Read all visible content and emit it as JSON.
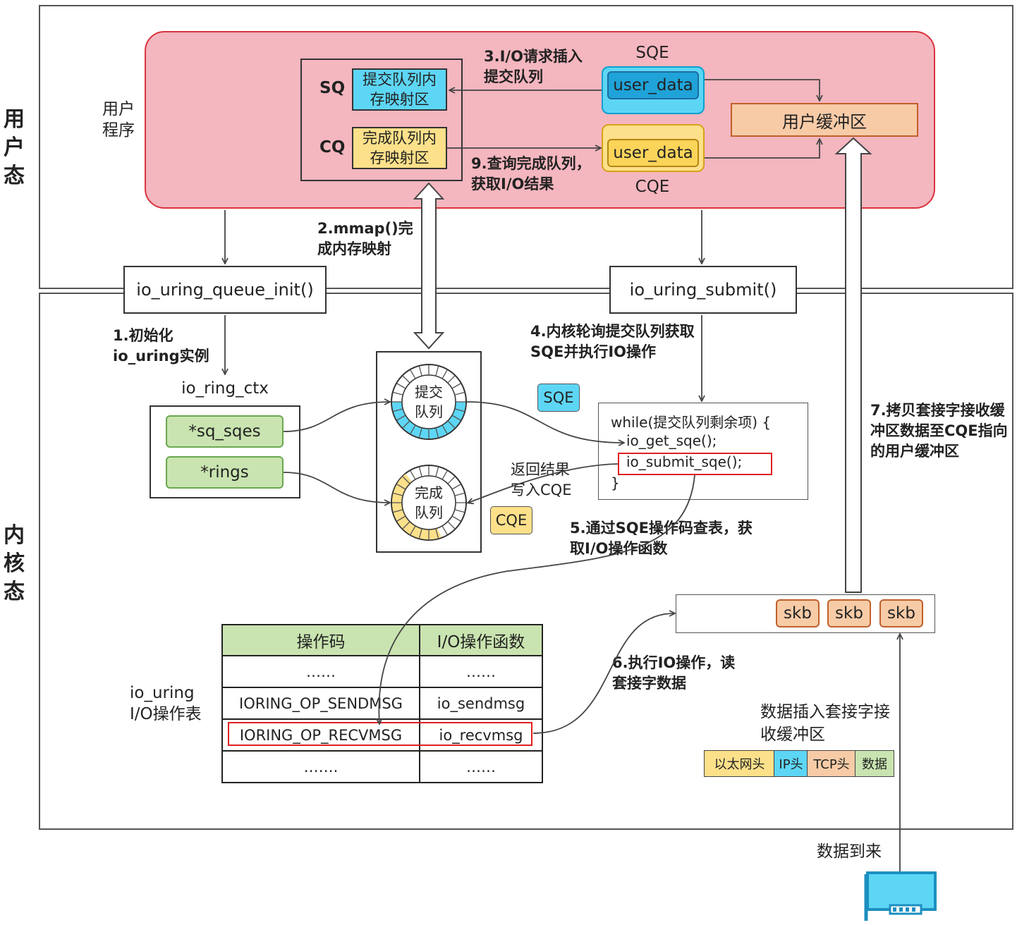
{
  "zones": {
    "user_space": "用户态",
    "kernel_space": "内核态"
  },
  "user_program": {
    "label": "用户程序",
    "sq_label": "SQ",
    "cq_label": "CQ",
    "sq_map": "提交队列内存映射区",
    "cq_map": "完成队列内存映射区",
    "sqe_caption": "SQE",
    "sqe_field": "user_data",
    "cqe_caption": "CQE",
    "cqe_field": "user_data",
    "buffer": "用户缓冲区"
  },
  "functions": {
    "queue_init": "io_uring_queue_init()",
    "submit": "io_uring_submit()"
  },
  "steps": {
    "s1": "1.初始化io_uring实例",
    "s2": "2.mmap()完成内存映射",
    "s3": "3.I/O请求插入提交队列",
    "s4": "4.内核轮询提交队列获取SQE并执行IO操作",
    "s5": "5.通过SQE操作码查表，获取I/O操作函数",
    "s6": "6.执行IO操作，读套接字数据",
    "s7": "7.拷贝套接字接收缓冲区数据至CQE指向的用户缓冲区",
    "s9": "9.查询完成队列，获取I/O结果"
  },
  "ring_ctx": {
    "title": "io_ring_ctx",
    "field1": "*sq_sqes",
    "field2": "*rings"
  },
  "rings": {
    "submit_ring": "提交队列",
    "complete_ring": "完成队列",
    "sqe_tag": "SQE",
    "cqe_tag": "CQE",
    "write_back": "返回结果写入CQE"
  },
  "loop_code": {
    "line1": "while(提交队列剩余项) {",
    "line2": "io_get_sqe();",
    "line3": "io_submit_sqe();",
    "line4": "}"
  },
  "op_table": {
    "caption": "io_uring I/O操作表",
    "headers": [
      "操作码",
      "I/O操作函数"
    ],
    "rows": [
      [
        "……",
        "……"
      ],
      [
        "IORING_OP_SENDMSG",
        "io_sendmsg"
      ],
      [
        "IORING_OP_RECVMSG",
        "io_recvmsg"
      ],
      [
        "…….",
        "……"
      ]
    ]
  },
  "socket": {
    "skb1": "skb",
    "skb2": "skb",
    "skb3": "skb",
    "insert_label": "数据插入套接字接收缓冲区",
    "packet": [
      "以太网头",
      "IP头",
      "TCP头",
      "数据"
    ],
    "arrival": "数据到来"
  },
  "colors": {
    "user_program_bg": "#f4b6bf",
    "sq_blue": "#5dd6f5",
    "cq_yellow": "#fde08a",
    "buffer_orange": "#f8cba7",
    "ring_field_green": "#c9e4b0",
    "highlight_red": "#e02020"
  }
}
